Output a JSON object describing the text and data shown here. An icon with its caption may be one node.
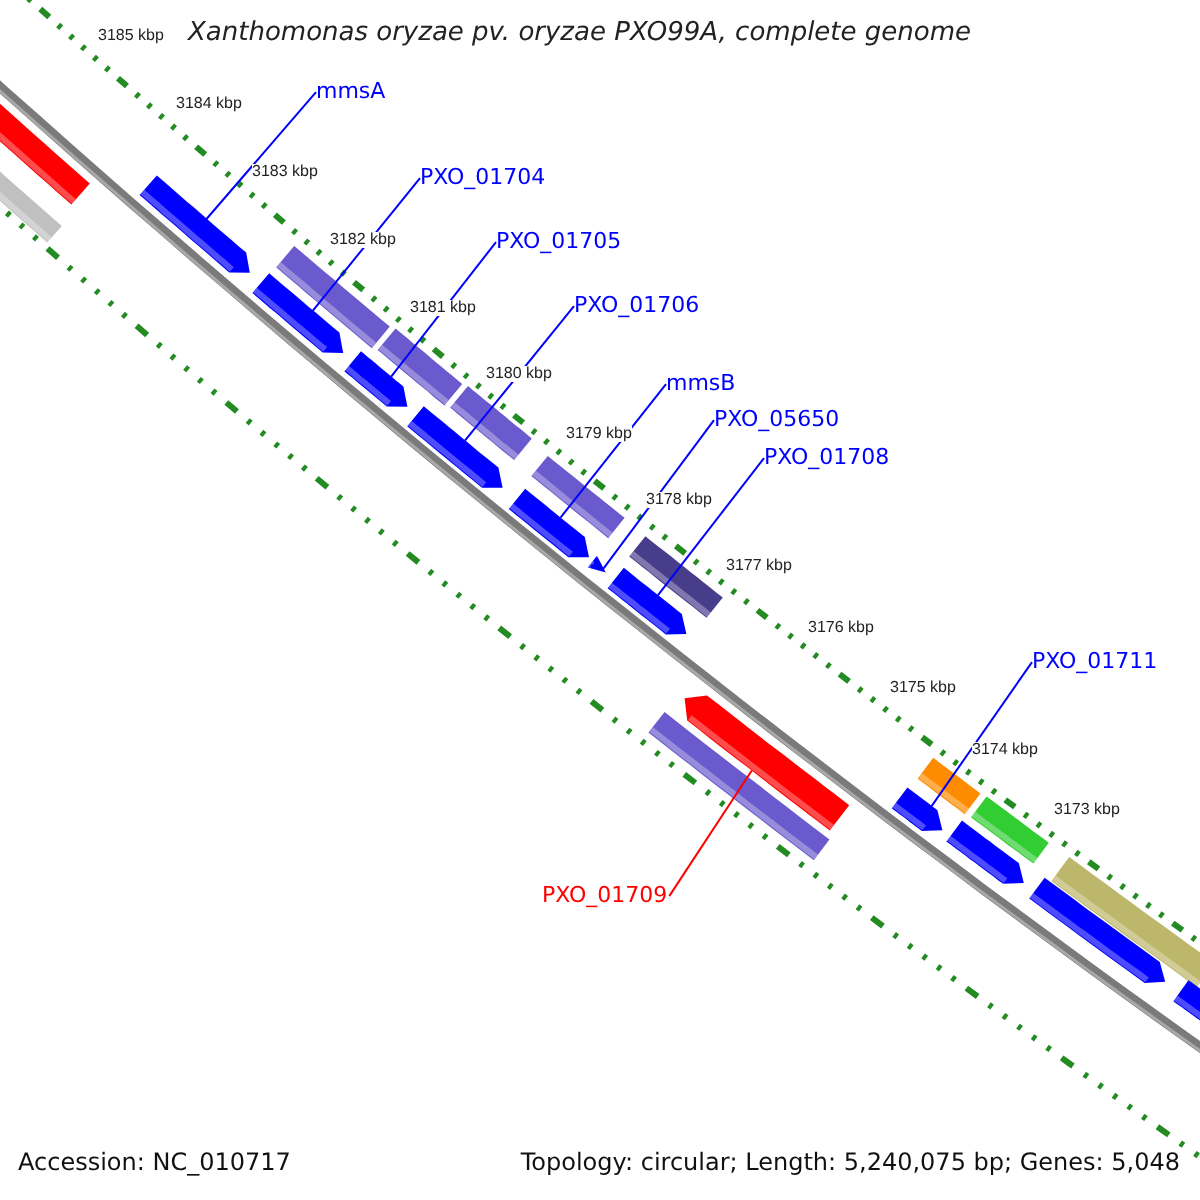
{
  "diagram": {
    "title": "Xanthomonas oryzae pv. oryzae PXO99A, complete genome",
    "nodes": [
      {
        "text": [
          "mmsA"
        ]
      },
      {
        "text": [
          "PXO_01704"
        ]
      },
      {
        "text": [
          "PXO_01705"
        ]
      },
      {
        "text": [
          "PXO_01706"
        ]
      },
      {
        "text": [
          "mmsB"
        ]
      },
      {
        "text": [
          "PXO_05650"
        ]
      },
      {
        "text": [
          "PXO_01708"
        ]
      },
      {
        "text": [
          "PXO_01711"
        ]
      },
      {
        "text": [
          "PXO_01709"
        ]
      },
      {
        "text": [],
        "shape": "bar"
      },
      {
        "text": [],
        "shape": "bar"
      },
      {
        "text": [],
        "shape": "arrow"
      },
      {
        "text": [],
        "shape": "arrow"
      },
      {
        "text": [],
        "shape": "bar"
      },
      {
        "text": [],
        "shape": "arrow"
      },
      {
        "text": [],
        "shape": "bar"
      },
      {
        "text": [],
        "shape": "arrow"
      },
      {
        "text": [],
        "shape": "bar"
      },
      {
        "text": [],
        "shape": "arrow"
      },
      {
        "text": [],
        "shape": "bar"
      },
      {
        "text": [],
        "shape": "arrow"
      },
      {
        "text": [],
        "shape": "arrow"
      },
      {
        "text": [],
        "shape": "bar"
      },
      {
        "text": [],
        "shape": "bar"
      },
      {
        "text": [],
        "shape": "arrow"
      },
      {
        "text": [],
        "shape": "arrow"
      },
      {
        "text": [],
        "shape": "bar"
      },
      {
        "text": [],
        "shape": "arrow"
      },
      {
        "text": [],
        "shape": "bar"
      },
      {
        "text": [],
        "shape": "arrow"
      },
      {
        "text": [],
        "shape": "bar"
      },
      {
        "text": [],
        "shape": "arrow"
      }
    ],
    "edges": [
      {
        "from": 0,
        "to": 11,
        "arrow": "none"
      },
      {
        "from": 1,
        "to": 12,
        "arrow": "none"
      },
      {
        "from": 2,
        "to": 14,
        "arrow": "none"
      },
      {
        "from": 3,
        "to": 16,
        "arrow": "none"
      },
      {
        "from": 4,
        "to": 18,
        "arrow": "none"
      },
      {
        "from": 5,
        "to": 20,
        "arrow": "none"
      },
      {
        "from": 6,
        "to": 21,
        "arrow": "none"
      },
      {
        "from": 7,
        "to": 25,
        "arrow": "none"
      },
      {
        "from": 8,
        "to": 24,
        "arrow": "none",
        "color": "#ff0000"
      }
    ],
    "labels": [
      "3185 kbp",
      "3184 kbp",
      "3183 kbp",
      "3182 kbp",
      "3181 kbp",
      "3180 kbp",
      "3179 kbp",
      "3178 kbp",
      "3177 kbp",
      "3176 kbp",
      "3175 kbp",
      "3174 kbp",
      "3173 kbp",
      "Accession: NC_010717",
      "Topology: circular; Length: 5,240,075 bp; Genes: 5,048"
    ]
  }
}
